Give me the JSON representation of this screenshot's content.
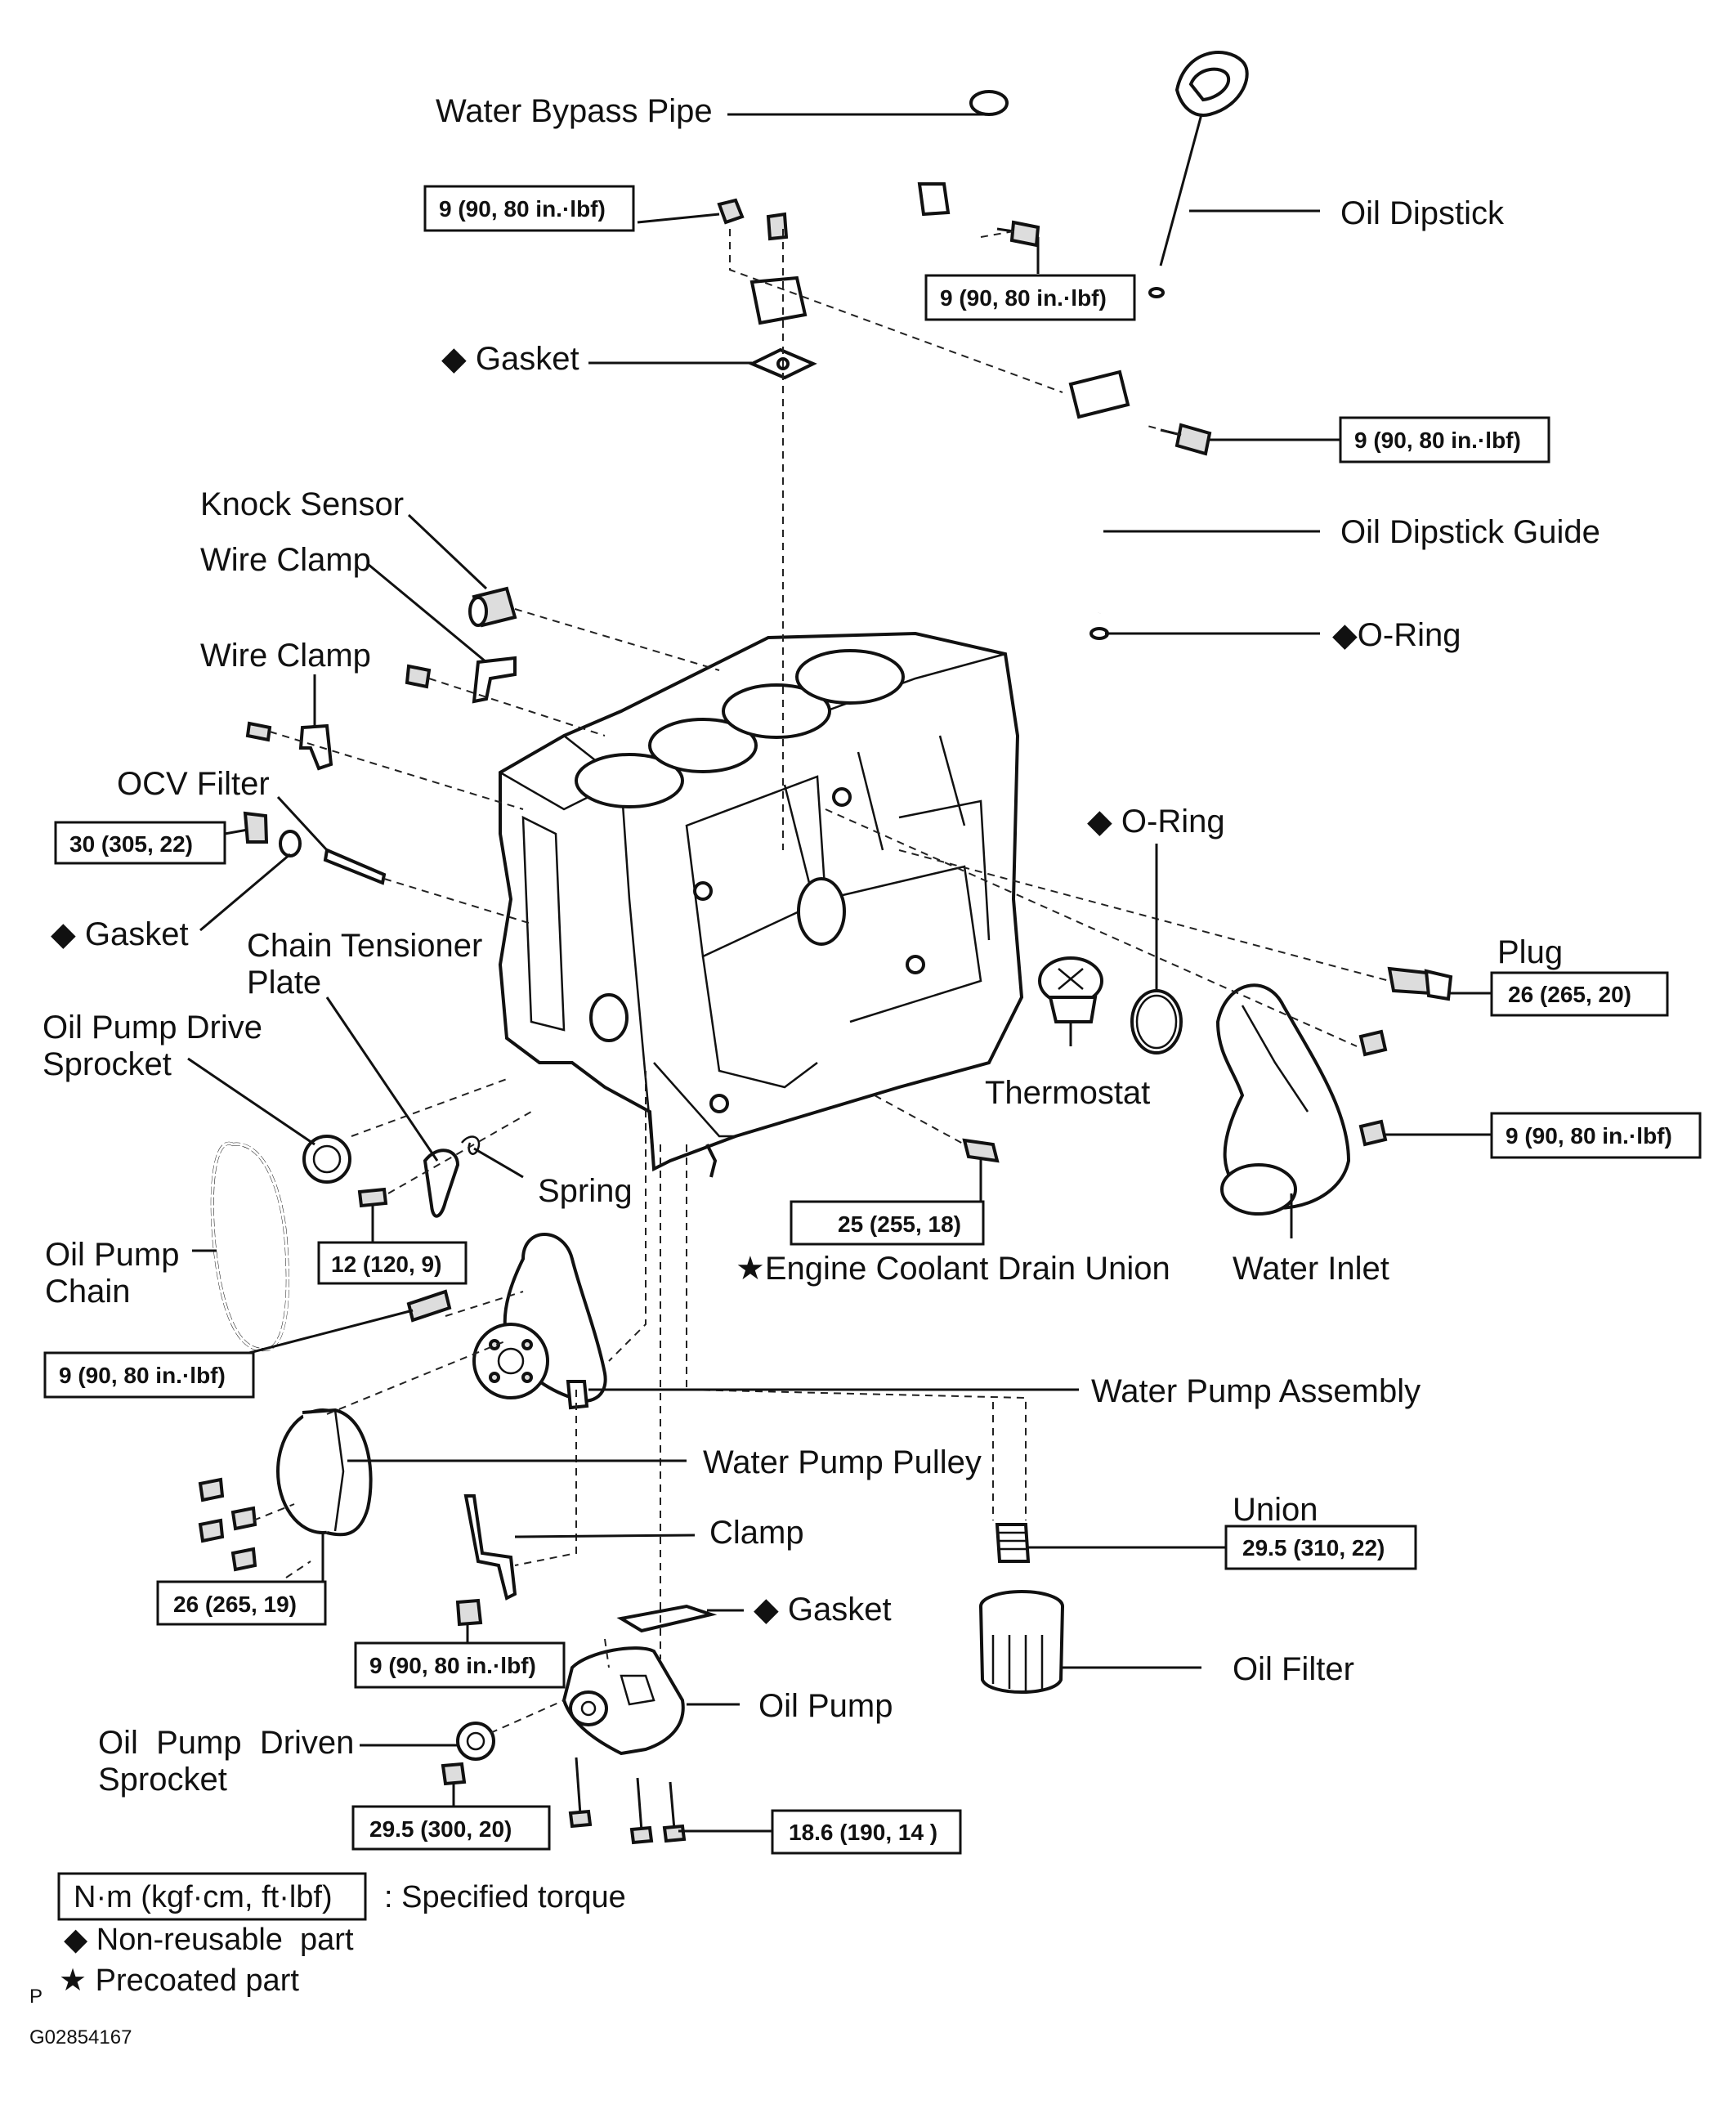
{
  "labels": {
    "water_bypass_pipe": "Water Bypass Pipe",
    "oil_dipstick": "Oil Dipstick",
    "gasket_top": "Gasket",
    "oil_dipstick_guide": "Oil Dipstick Guide",
    "o_ring_dipstick": "O-Ring",
    "knock_sensor": "Knock Sensor",
    "wire_clamp_1": "Wire Clamp",
    "wire_clamp_2": "Wire Clamp",
    "ocv_filter": "OCV Filter",
    "gasket_ocv": "Gasket",
    "o_ring_inlet": "O-Ring",
    "chain_tensioner_plate_1": "Chain Tensioner",
    "chain_tensioner_plate_2": "Plate",
    "plug": "Plug",
    "oil_pump_drive_sprocket_1": "Oil Pump Drive",
    "oil_pump_drive_sprocket_2": "Sprocket",
    "thermostat": "Thermostat",
    "spring": "Spring",
    "engine_coolant_drain_union": "Engine Coolant Drain Union",
    "water_inlet": "Water Inlet",
    "oil_pump_chain_1": "Oil Pump",
    "oil_pump_chain_2": "Chain",
    "water_pump_assembly": "Water Pump Assembly",
    "water_pump_pulley": "Water Pump Pulley",
    "clamp": "Clamp",
    "union": "Union",
    "gasket_oil_pump": "Gasket",
    "oil_filter": "Oil Filter",
    "oil_pump": "Oil Pump",
    "oil_pump_driven_sprocket_1": "Oil  Pump  Driven",
    "oil_pump_driven_sprocket_2": "Sprocket"
  },
  "torques": {
    "bypass_nut": "9 (90, 80 in.·lbf)",
    "bypass_bolt": "9 (90, 80 in.·lbf)",
    "dipstick_bolt": "9 (90, 80 in.·lbf)",
    "ocv_plug": "30 (305, 22)",
    "plug": "26 (265, 20)",
    "inlet_nut": "9 (90, 80 in.·lbf)",
    "tensioner_bolt": "12 (120, 9)",
    "drain_union": "25 (255, 18)",
    "water_pump_bolt": "9 (90, 80 in.·lbf)",
    "pulley_bolts": "26 (265, 19)",
    "clamp_nut": "9 (90, 80 in.·lbf)",
    "union": "29.5 (310, 22)",
    "driven_sprocket_nut": "29.5 (300, 20)",
    "oil_pump_bolts": "18.6 (190, 14 )"
  },
  "symbols": {
    "non_reusable": "◆",
    "precoated": "★"
  },
  "legend": {
    "torque_unit": "N·m (kgf·cm, ft·lbf)",
    "torque_desc": ": Specified torque",
    "non_reusable": "Non-reusable  part",
    "precoated": "Precoated part",
    "p_mark": "P"
  },
  "figure_id": "G02854167"
}
